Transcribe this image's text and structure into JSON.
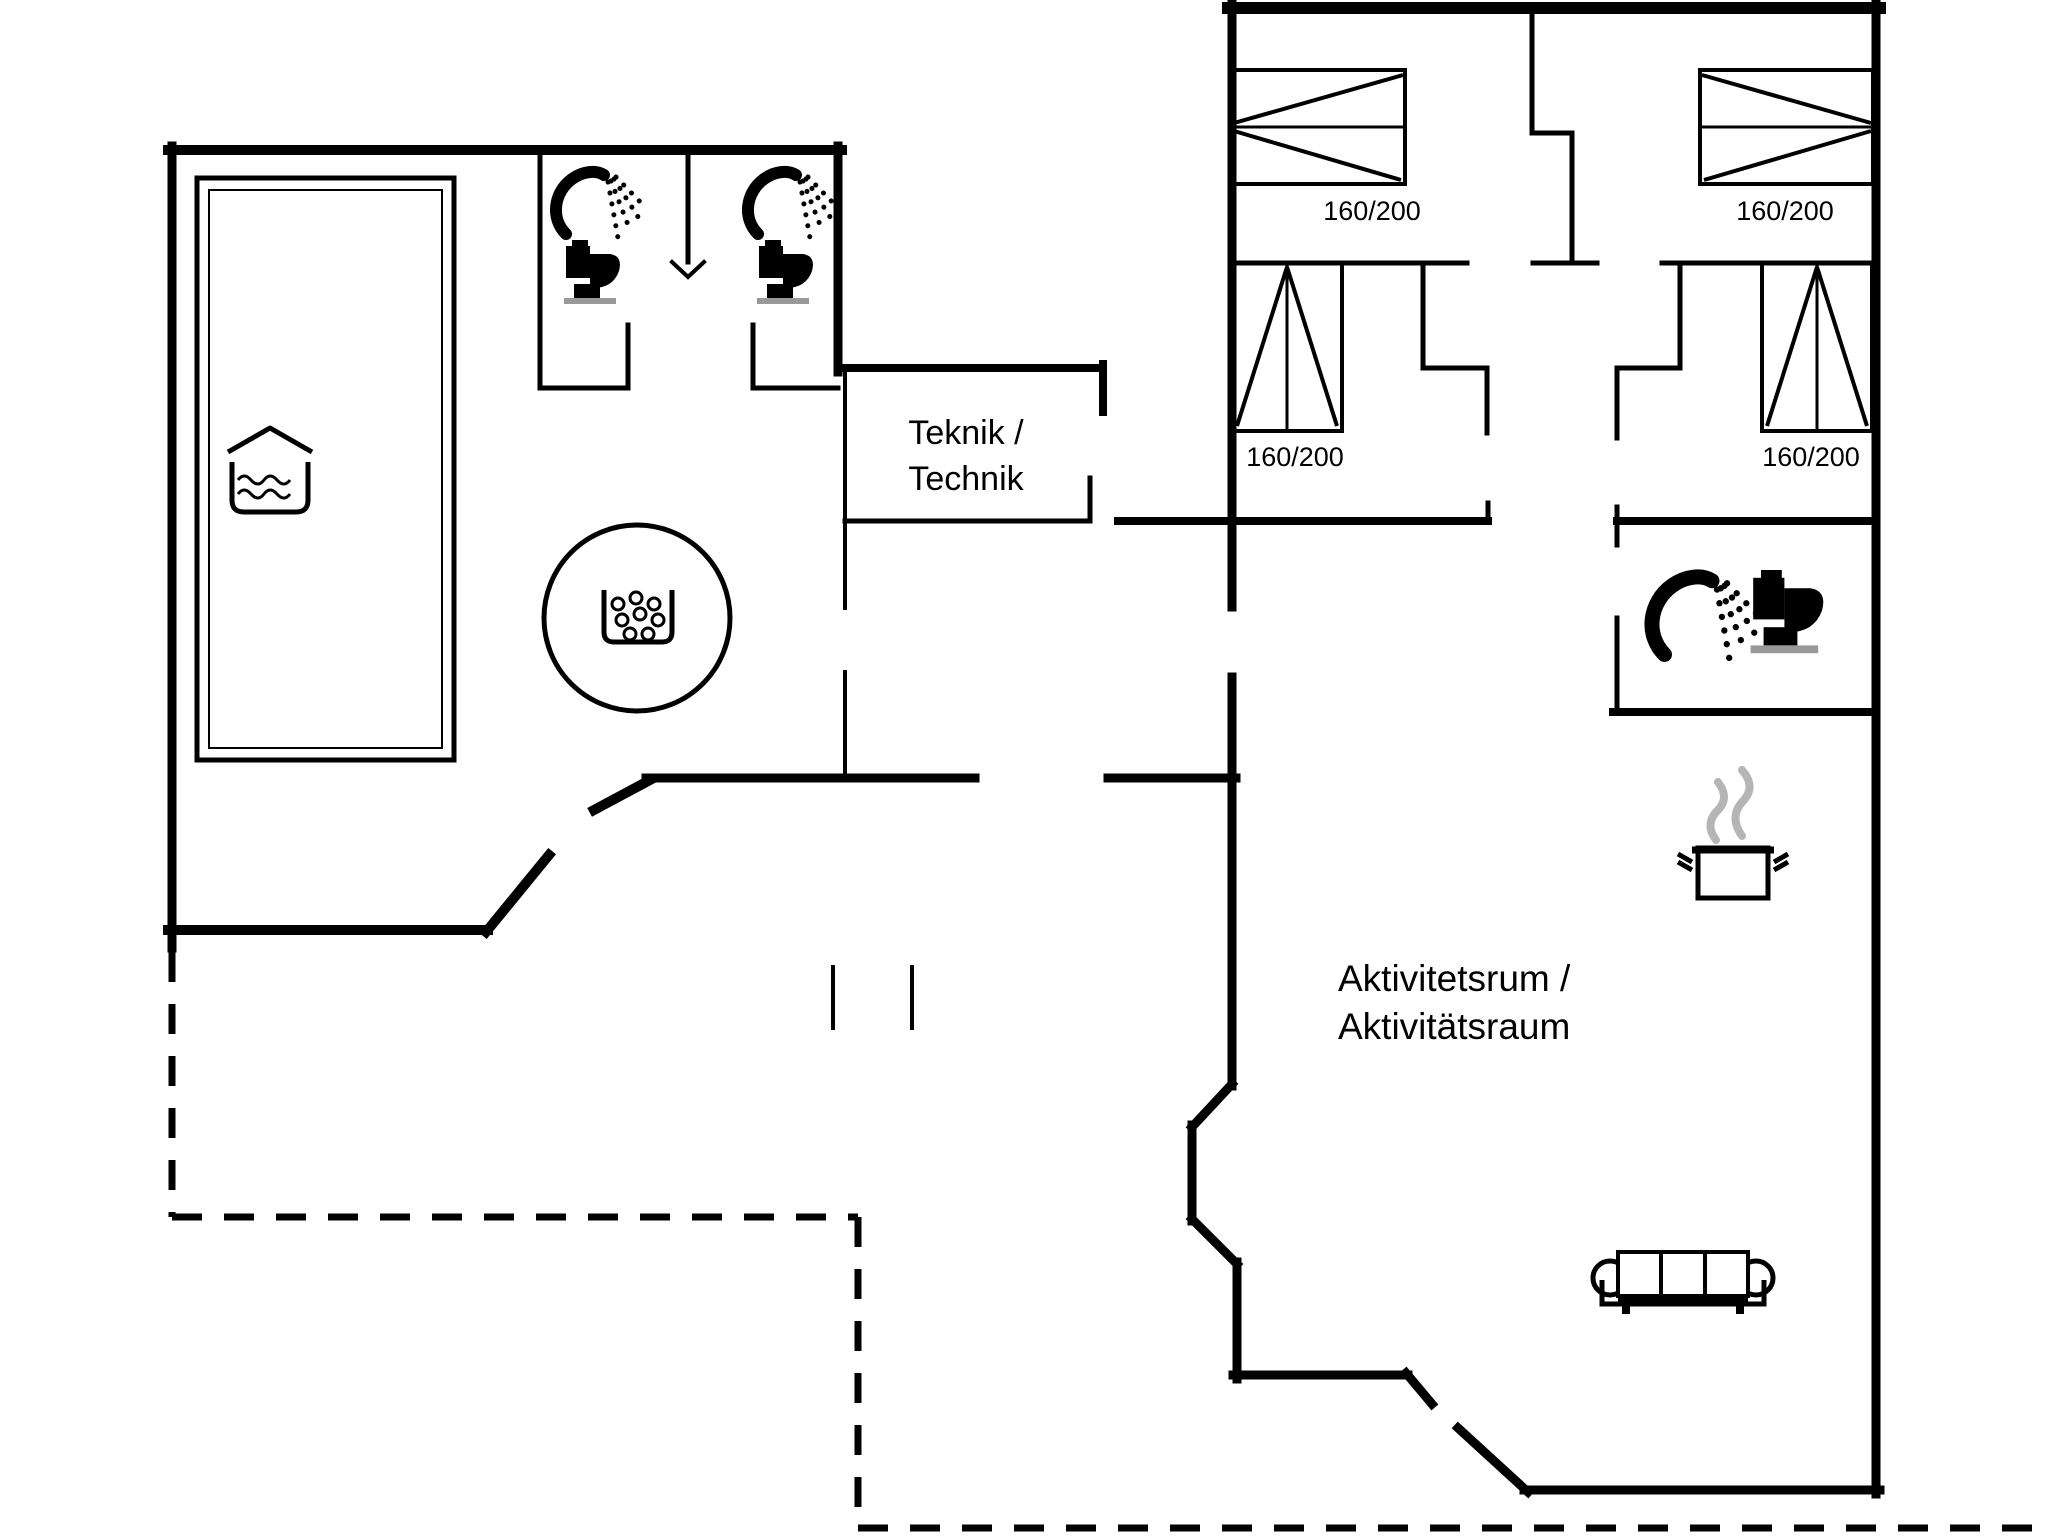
{
  "plan": {
    "title": "holiday-home-floor-plan",
    "colors": {
      "wall": "#000000",
      "background": "#ffffff",
      "steam": "#b5b5b5",
      "toilet_base": "#999999"
    },
    "labels": {
      "teknik": {
        "line1": "Teknik /",
        "line2": "Technik"
      },
      "activity": {
        "line1": "Aktivitetsrum /",
        "line2": "Aktivitätsraum"
      }
    },
    "bed_sizes": [
      "160/200",
      "160/200",
      "160/200",
      "160/200"
    ],
    "rooms": [
      {
        "name": "pool-sauna-building"
      },
      {
        "name": "teknik-room",
        "label": "Teknik / Technik"
      },
      {
        "name": "bedroom-1"
      },
      {
        "name": "bedroom-2"
      },
      {
        "name": "bed-alcove-1"
      },
      {
        "name": "bed-alcove-2"
      },
      {
        "name": "bathroom"
      },
      {
        "name": "activity-room",
        "label": "Aktivitetsrum / Aktivitätsraum"
      }
    ],
    "icons": [
      "pool-icon",
      "whirlpool-icon",
      "shower-icon",
      "toilet-icon",
      "double-bed-icon",
      "vertical-bed-icon",
      "cooking-pot-icon",
      "steam-icon",
      "sofa-icon"
    ]
  }
}
